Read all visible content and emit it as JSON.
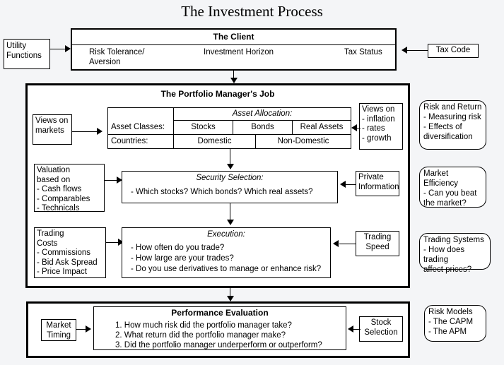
{
  "title": "The Investment Process",
  "client": {
    "header": "The Client",
    "items": [
      "Risk Tolerance/\nAversion",
      "Investment Horizon",
      "Tax Status"
    ],
    "left_input": "Utility\nFunctions",
    "right_input": "Tax Code"
  },
  "portfolio_manager": {
    "header": "The Portfolio Manager's Job",
    "asset_allocation": {
      "caption": "Asset Allocation:",
      "rows": [
        {
          "label": "Asset Classes:",
          "cells": [
            "Stocks",
            "Bonds",
            "Real Assets"
          ]
        },
        {
          "label": "Countries:",
          "cells": [
            "Domestic",
            "Non-Domestic"
          ]
        }
      ],
      "left_input": "Views on\nmarkets",
      "right_input": "Views on\n- inflation\n- rates\n- growth"
    },
    "security_selection": {
      "caption": "Security Selection:",
      "body": "- Which stocks? Which bonds? Which real assets?",
      "left_input": "Valuation\nbased on\n- Cash flows\n- Comparables\n- Technicals",
      "right_input": "Private\nInformation"
    },
    "execution": {
      "caption": "Execution:",
      "lines": [
        "- How often do you trade?",
        "- How large are your trades?",
        "- Do you use derivatives to manage or enhance risk?"
      ],
      "left_input": "Trading\nCosts\n- Commissions\n- Bid Ask Spread\n- Price Impact",
      "right_input": "Trading\nSpeed"
    }
  },
  "performance_evaluation": {
    "header": "Performance Evaluation",
    "lines": [
      "1. How much risk did the portfolio manager take?",
      "2. What return did the portfolio manager make?",
      "3. Did the portfolio manager underperform or outperform?"
    ],
    "left_input": "Market\nTiming",
    "right_input": "Stock\nSelection"
  },
  "callouts": [
    {
      "name": "risk-and-return",
      "text": "Risk and Return\n- Measuring risk\n- Effects of\ndiversification"
    },
    {
      "name": "market-efficiency",
      "text": "Market Efficiency\n- Can you beat\nthe market?"
    },
    {
      "name": "trading-systems",
      "text": "Trading Systems\n- How does trading\naffect prices?"
    },
    {
      "name": "risk-models",
      "text": "Risk Models\n  - The CAPM\n  - The APM"
    }
  ],
  "colors": {
    "background": "#f4f5f7",
    "box_fill": "#ffffff",
    "stroke": "#000000"
  }
}
